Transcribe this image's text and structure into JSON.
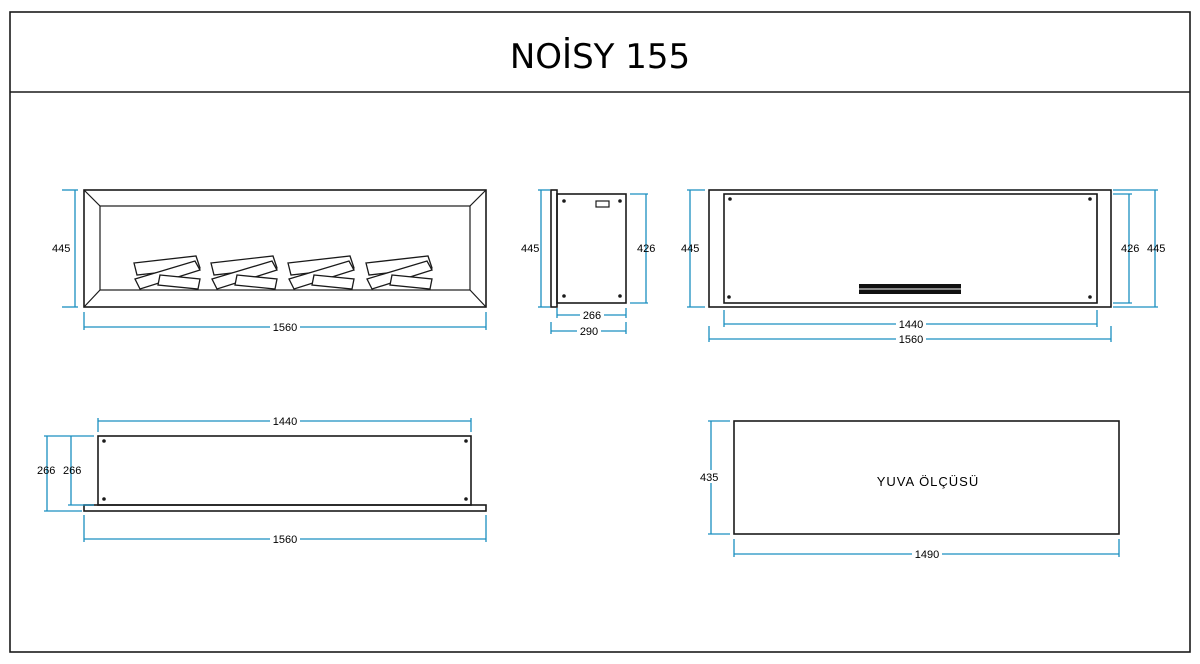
{
  "title": "NOİSY 155",
  "dims": {
    "front_height": "445",
    "front_width": "1560",
    "side_height_outer": "445",
    "side_height_inner": "426",
    "side_depth_inner": "266",
    "side_depth_outer": "290",
    "back_height_left": "445",
    "back_height_inner": "426",
    "back_height_right": "445",
    "back_width_inner": "1440",
    "back_width_outer": "1560",
    "top_width_inner": "1440",
    "top_depth_outer": "266",
    "top_depth_inner": "266",
    "top_width_outer": "1560",
    "niche_height": "435",
    "niche_width": "1490"
  },
  "niche_label": "YUVA  ÖLÇÜSÜ",
  "colors": {
    "outline": "#1a1a1a",
    "dimension": "#1a8fc0",
    "background": "#ffffff"
  }
}
